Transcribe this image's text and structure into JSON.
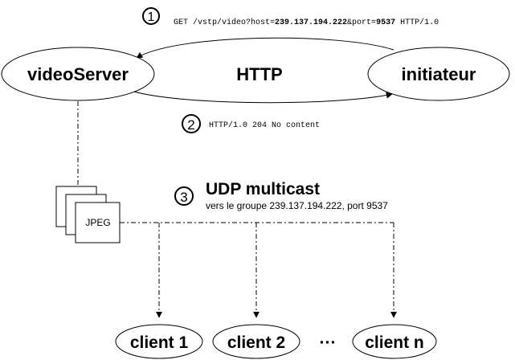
{
  "nodes": {
    "server": "videoServer",
    "http": "HTTP",
    "initiator": "initiateur",
    "client1": "client 1",
    "client2": "client 2",
    "ellipsis": "···",
    "clientn": "client n"
  },
  "steps": {
    "s1": {
      "number": "1",
      "prefix": "GET /vstp/video?host=",
      "host": "239.137.194.222",
      "mid": "&port=",
      "port": "9537",
      "suffix": " HTTP/1.0"
    },
    "s2": {
      "number": "2",
      "text": "HTTP/1.0 204 No content"
    },
    "s3": {
      "number": "3",
      "title": "UDP multicast",
      "subtitle": "vers le groupe 239.137.194.222, port 9537"
    }
  },
  "frame_label": "JPEG",
  "colors": {
    "stroke": "#000000",
    "background": "#ffffff"
  }
}
